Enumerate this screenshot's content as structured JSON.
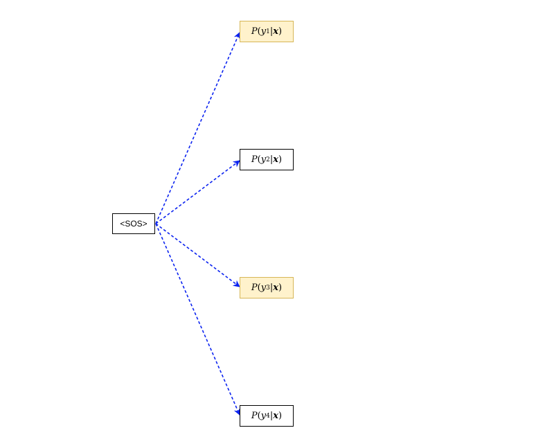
{
  "source": {
    "label": "<SOS>"
  },
  "outputs": [
    {
      "fn": "P",
      "var": "y",
      "sub": "1",
      "cond": "x",
      "highlighted": true
    },
    {
      "fn": "P",
      "var": "y",
      "sub": "2",
      "cond": "x",
      "highlighted": false
    },
    {
      "fn": "P",
      "var": "y",
      "sub": "3",
      "cond": "x",
      "highlighted": true
    },
    {
      "fn": "P",
      "var": "y",
      "sub": "4",
      "cond": "x",
      "highlighted": false
    }
  ],
  "colors": {
    "edge": "#0a22f0",
    "highlight_fill": "#fff2cc",
    "highlight_border": "#d6b656",
    "node_border": "#000000"
  }
}
